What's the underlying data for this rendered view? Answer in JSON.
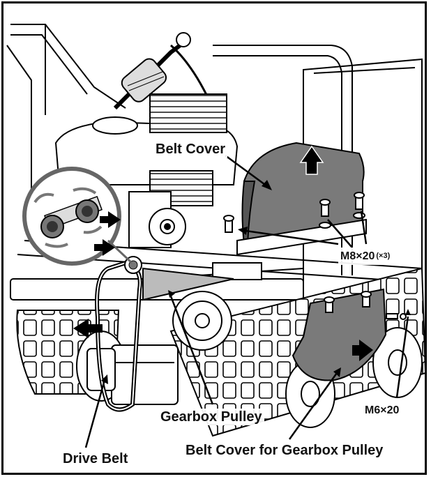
{
  "labels": {
    "belt_cover": "Belt Cover",
    "bolt_m8": "M8×20",
    "bolt_m8_qty": "(×3)",
    "bolt_m6": "M6×20",
    "gearbox_pulley": "Gearbox Pulley",
    "drive_belt": "Drive Belt",
    "belt_cover_gearbox": "Belt Cover for Gearbox Pulley"
  },
  "colors": {
    "cover_fill": "#7a7a7a",
    "outline": "#000000",
    "arrow": "#000000"
  }
}
